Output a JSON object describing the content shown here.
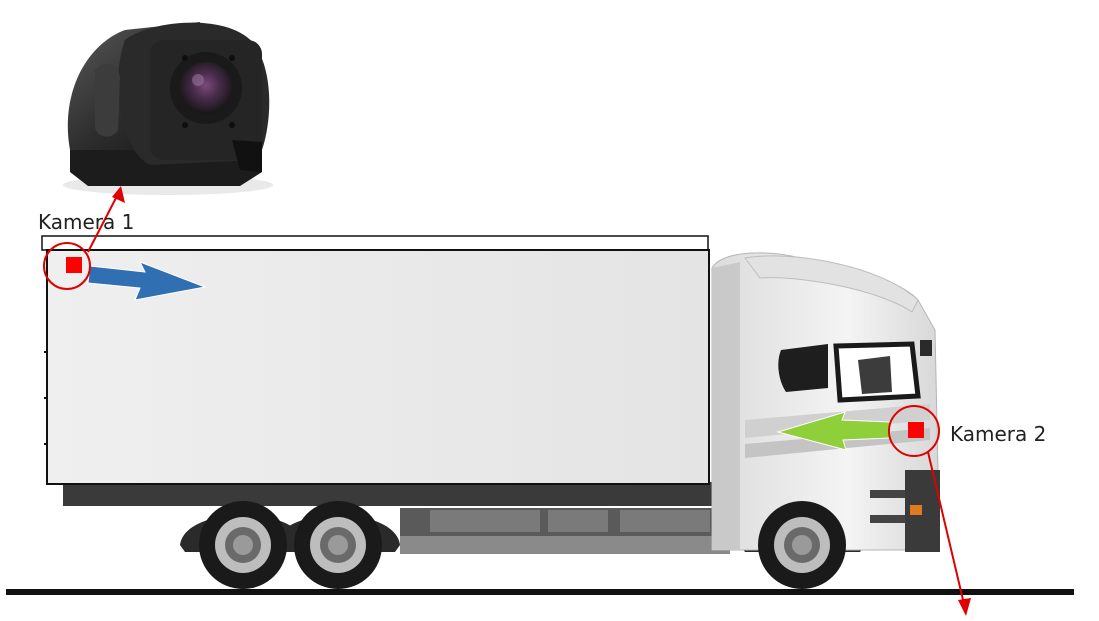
{
  "labels": {
    "camera1": "Kamera 1",
    "camera2": "Kamera 2"
  },
  "colors": {
    "marker": "#ff0000",
    "pointer_arrow": "#e00000",
    "camera1_view_arrow": "#2f6fb2",
    "camera2_view_arrow": "#8fcf3a",
    "ground": "#111111",
    "cargo_box": "#ecebeb",
    "chassis": "#3a3a3a"
  },
  "icons": {
    "camera_product": "side-mount-camera-icon",
    "vehicle": "box-truck"
  }
}
